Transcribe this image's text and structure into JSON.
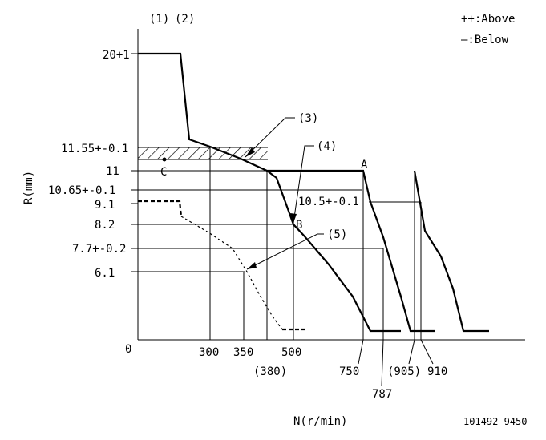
{
  "header": {
    "label_1": "(1)",
    "label_2": "(2)",
    "legend_above": "++:Above",
    "legend_below": "—:Below"
  },
  "axes": {
    "y_label": "R(mm)",
    "x_label": "N(r/min)",
    "origin": "0"
  },
  "y_ticks": [
    "20+1",
    "11.55+-0.1",
    "11",
    "10.65+-0.1",
    "9.1",
    "8.2",
    "7.7+-0.2",
    "6.1"
  ],
  "x_ticks": [
    "300",
    "350",
    "500",
    "(380)",
    "750",
    "787",
    "(905)",
    "910"
  ],
  "callouts": {
    "c3": "(3)",
    "c4": "(4)",
    "c5": "(5)",
    "point_a": "A",
    "point_b": "B",
    "point_c": "C",
    "value_10_5": "10.5+-0.1"
  },
  "footer": {
    "drawing_no": "101492-9450"
  }
}
